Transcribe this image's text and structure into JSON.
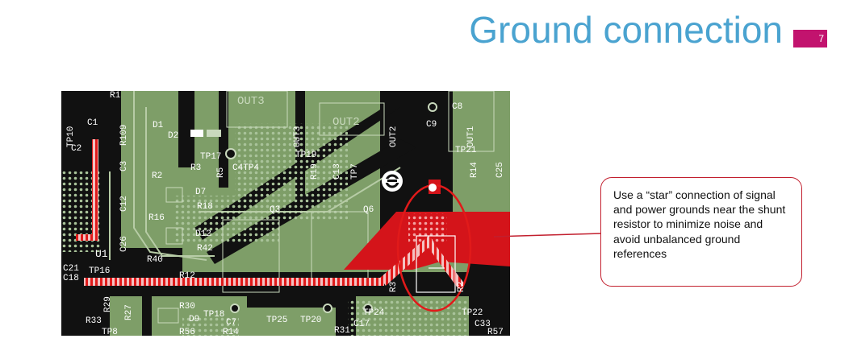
{
  "slide": {
    "title": "Ground connection",
    "page_number": "7",
    "accent_color": "#c2136e",
    "title_color": "#4aa3d0"
  },
  "callout": {
    "text": "Use a “star” connection of signal and power grounds near the shunt resistor to minimize noise and avoid unbalanced ground references",
    "border_color": "#c21f2e"
  },
  "pcb": {
    "board_color": "#7e9e68",
    "highlight_color": "#d4141a",
    "labels": {
      "out3": "OUT3",
      "out2": "OUT2",
      "out1": "OUT1",
      "r1": "R1",
      "d1": "D1",
      "d2": "D2",
      "tp10": "TP10",
      "c1": "C1",
      "c2": "C2",
      "r109": "R109",
      "c3": "C3",
      "c12": "C12",
      "r2": "R2",
      "r3": "R3",
      "tp17": "TP17",
      "r5": "R5",
      "c4tp4": "C4TP4",
      "q3": "Q3",
      "r19": "R19",
      "c13": "C13",
      "tp19": "TP19",
      "tp7": "TP7",
      "q6": "Q6",
      "c9": "C9",
      "c8": "C8",
      "tp21": "TP21",
      "r14": "R14",
      "c25": "C25",
      "d7": "D7",
      "r18": "R18",
      "r16": "R16",
      "d12": "D12",
      "r42": "R42",
      "r40": "R40",
      "c26": "C26",
      "u1": "U1",
      "c21": "C21",
      "tp16": "TP16",
      "c18": "C18",
      "r12": "R12",
      "r29": "R29",
      "r27": "R27",
      "r30": "R30",
      "tp18": "TP18",
      "tp25": "TP25",
      "tp20": "TP20",
      "tp24": "TP24",
      "r3x": "R3",
      "r33": "R33",
      "tp8": "TP8",
      "r56": "R56",
      "d9": "D9",
      "c7": "C7",
      "r14b": "R14",
      "r31": "R31",
      "c17": "C17",
      "tp22": "TP22",
      "c33": "C33",
      "r57": "R57",
      "r2x": "R2"
    }
  }
}
